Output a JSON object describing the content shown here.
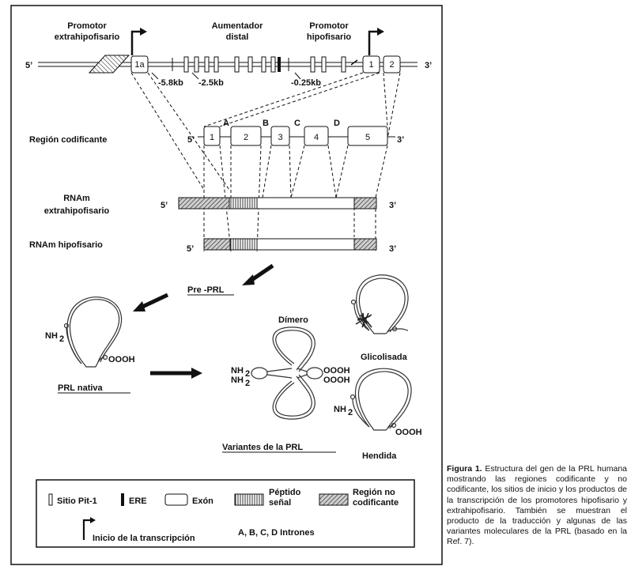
{
  "gene_labels": {
    "promotor_extra_line1": "Promotor",
    "promotor_extra_line2": "extrahipofisario",
    "aumentador_line1": "Aumentador",
    "aumentador_line2": "distal",
    "promotor_hipo_line1": "Promotor",
    "promotor_hipo_line2": "hipofisario",
    "five_prime": "5’",
    "three_prime": "3’",
    "exon_1a": "1a",
    "exon_1": "1",
    "exon_2": "2",
    "pos_58": "-5.8kb",
    "pos_25": "-2.5kb",
    "pos_025": "-0.25kb"
  },
  "coding": {
    "label": "Región  codificante",
    "exons": [
      "1",
      "2",
      "3",
      "4",
      "5"
    ],
    "introns": [
      "A",
      "B",
      "C",
      "D"
    ]
  },
  "mrna": {
    "extra_line1": "RNAm",
    "extra_line2": "extrahipofisario",
    "hipo": "RNAm hipofisario"
  },
  "proteins": {
    "pre_prl": "Pre -PRL",
    "prl_nativa": "PRL nativa",
    "nh2": "NH",
    "sub2": "2",
    "oooh": "OOOH",
    "dimero": "Dímero",
    "glicolisada": "Glicolisada",
    "hendida": "Hendida",
    "variantes": "Variantes de la PRL"
  },
  "legend": {
    "pit1": "Sitio Pit-1",
    "ere": "ERE",
    "exon": "Exón",
    "peptido_line1": "Péptido",
    "peptido_line2": "señal",
    "noncoding_line1": "Región no",
    "noncoding_line2": "codificante",
    "inicio": "Inicio de la  transcripción",
    "introns": "A, B, C, D  Intrones"
  },
  "caption": {
    "label": "Figura 1.",
    "text": "Estructura del gen de la PRL humana mostrando las regiones codificante y no codificante, los sitios de inicio y los productos de la transcripción de los promotores hipofisario y extrahipofisario. También se muestran el producto de la traducción y algunas de las variantes moleculares de la PRL (basado en la Ref. 7)."
  }
}
